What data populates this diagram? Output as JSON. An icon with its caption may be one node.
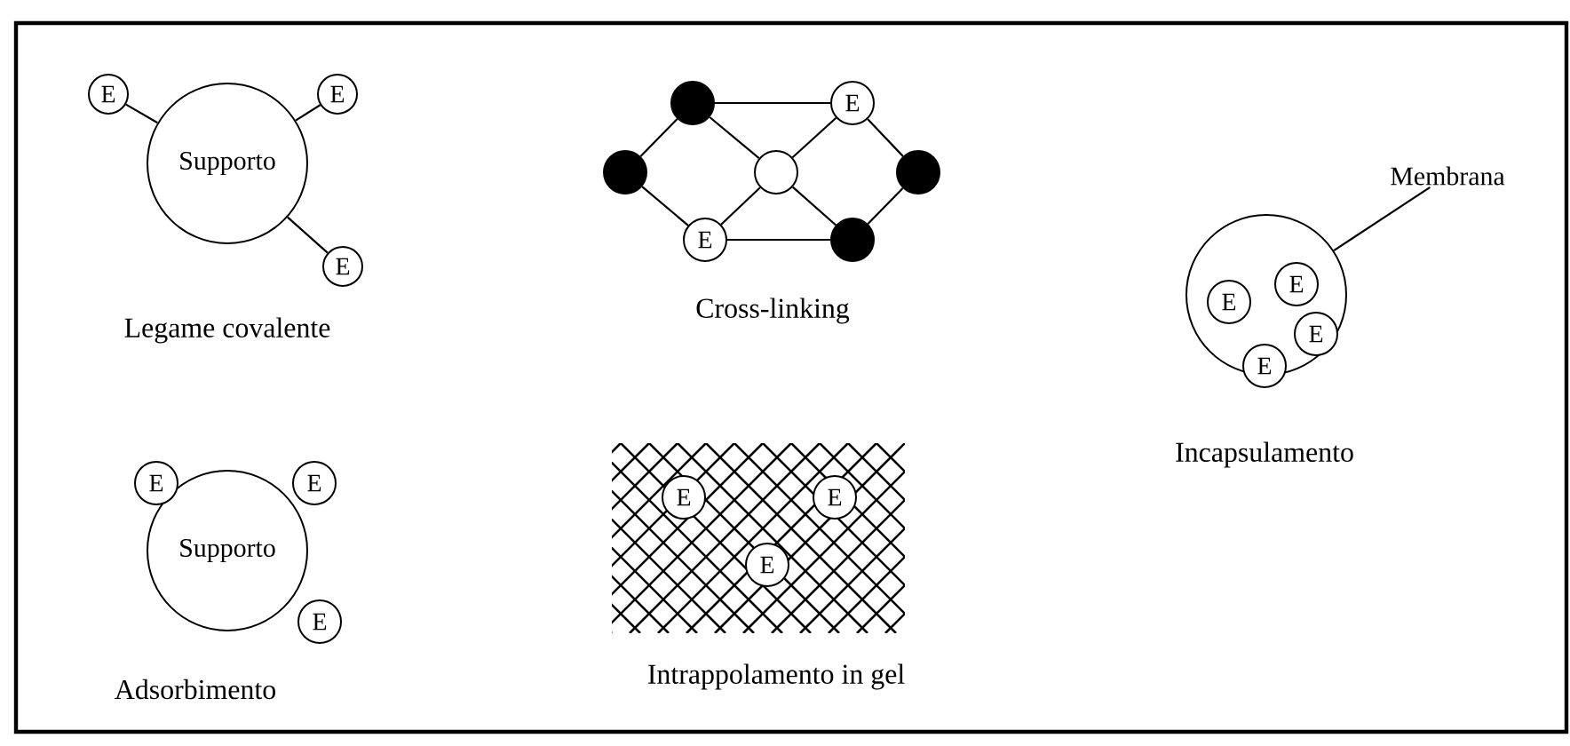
{
  "diagram": {
    "nodes": [
      {
        "text": [
          "Supporto"
        ]
      },
      {
        "text": [
          "E"
        ]
      },
      {
        "text": [
          "E"
        ]
      },
      {
        "text": [
          "E"
        ]
      },
      {
        "text": [],
        "shape": "circle"
      },
      {
        "text": [
          "E"
        ]
      },
      {
        "text": [],
        "shape": "circle"
      },
      {
        "text": [],
        "shape": "circle"
      },
      {
        "text": [],
        "shape": "circle"
      },
      {
        "text": [
          "E"
        ]
      },
      {
        "text": [],
        "shape": "circle"
      },
      {
        "text": [],
        "shape": "circle"
      },
      {
        "text": [
          "E"
        ],
        "in": 11
      },
      {
        "text": [
          "E"
        ],
        "in": 11
      },
      {
        "text": [
          "E"
        ],
        "in": 11
      },
      {
        "text": [
          "E"
        ],
        "in": 11
      },
      {
        "text": [
          "Membrana"
        ]
      },
      {
        "text": [
          "Supporto"
        ]
      },
      {
        "text": [
          "E"
        ]
      },
      {
        "text": [
          "E"
        ]
      },
      {
        "text": [
          "E"
        ]
      },
      {
        "text": [],
        "shape": "box"
      },
      {
        "text": [
          "E"
        ],
        "in": 21
      },
      {
        "text": [
          "E"
        ],
        "in": 21
      },
      {
        "text": [
          "E"
        ],
        "in": 21
      }
    ],
    "edges": [
      {
        "from": 1,
        "to": 0,
        "arrow": "none"
      },
      {
        "from": 2,
        "to": 0,
        "arrow": "none"
      },
      {
        "from": 3,
        "to": 0,
        "arrow": "none"
      },
      {
        "from": 4,
        "to": 5,
        "arrow": "none"
      },
      {
        "from": 4,
        "to": 6,
        "arrow": "none"
      },
      {
        "from": 4,
        "to": 7,
        "arrow": "none"
      },
      {
        "from": 5,
        "to": 7,
        "arrow": "none"
      },
      {
        "from": 5,
        "to": 8,
        "arrow": "none"
      },
      {
        "from": 6,
        "to": 9,
        "arrow": "none"
      },
      {
        "from": 7,
        "to": 9,
        "arrow": "none"
      },
      {
        "from": 7,
        "to": 10,
        "arrow": "none"
      },
      {
        "from": 8,
        "to": 10,
        "arrow": "none"
      },
      {
        "from": 9,
        "to": 10,
        "arrow": "none"
      },
      {
        "from": 16,
        "to": 11,
        "arrow": "none"
      }
    ],
    "labels": [
      "Legame covalente",
      "Cross-linking",
      "Incapsulamento",
      "Adsorbimento",
      "Intrappolamento in gel"
    ]
  }
}
